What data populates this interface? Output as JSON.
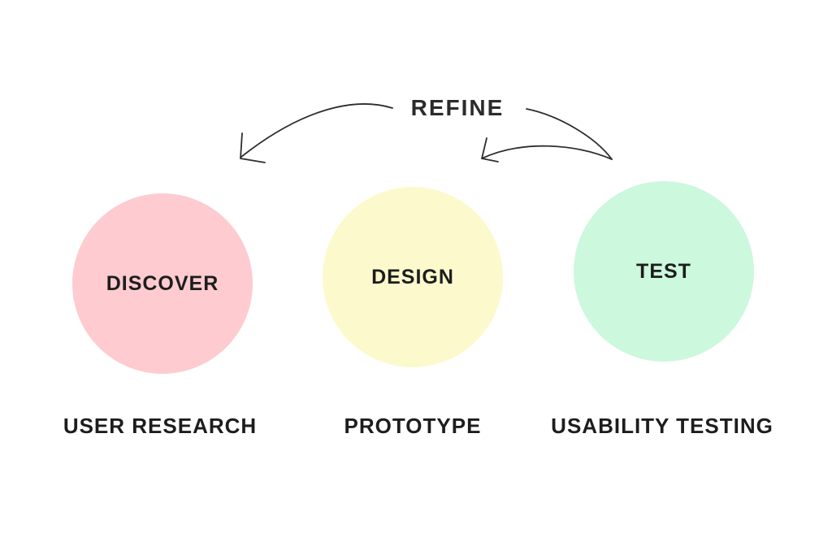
{
  "diagram": {
    "title": "REFINE",
    "stages": [
      {
        "circle_label": "DISCOVER",
        "sub_label": "USER RESEARCH",
        "circle_color": "#fdcbd0"
      },
      {
        "circle_label": "DESIGN",
        "sub_label": "PROTOTYPE",
        "circle_color": "#fcfacd"
      },
      {
        "circle_label": "TEST",
        "sub_label": "USABILITY TESTING",
        "circle_color": "#ccf8dd"
      }
    ],
    "arrows": [
      {
        "icon": "curved-arrow-left-icon",
        "points_to": "DISCOVER"
      },
      {
        "icon": "curved-arrow-loop-icon",
        "points_to": "DESIGN"
      }
    ],
    "colors": {
      "ink": "#2d2d2d",
      "background": "#ffffff"
    }
  }
}
